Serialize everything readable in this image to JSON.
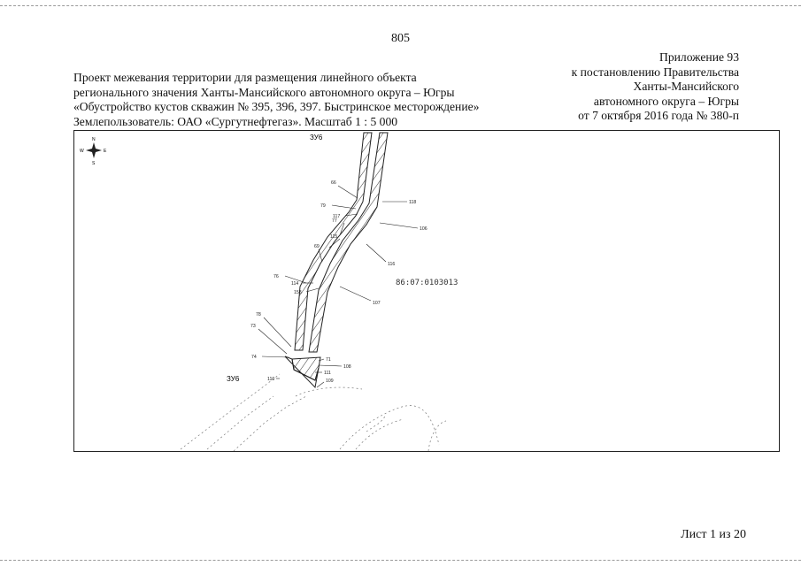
{
  "page_number": "805",
  "appendix": {
    "lines": [
      "Приложение 93",
      "к постановлению Правительства",
      "Ханты-Мансийского",
      "автономного округа – Югры",
      "от 7 октября 2016 года № 380-п"
    ]
  },
  "title": {
    "lines": [
      "Проект межевания территории для размещения линейного объекта",
      "регионального значения Ханты-Мансийского автономного округа – Югры",
      "«Обустройство кустов скважин № 395, 396, 397. Быстринское месторождение»",
      "Землепользователь: ОАО «Сургутнефтегаз». Масштаб 1 : 5 000"
    ]
  },
  "map": {
    "compass_labels": {
      "north": "N",
      "south": "S",
      "west": "W",
      "east": "E"
    },
    "zone_label_top": "ЗУ6",
    "zone_label_bottom": "ЗУ6",
    "cadastral_number": "86:07:0103013",
    "point_labels": [
      "66",
      "79",
      "117",
      "118",
      "77",
      "106",
      "115",
      "69",
      "116",
      "76",
      "114",
      "153",
      "107",
      "78",
      "73",
      "74",
      "71",
      "108",
      "111",
      "110",
      "109"
    ],
    "colors": {
      "line": "#222222",
      "hatch": "#333333",
      "contour": "#777777"
    }
  },
  "footer": {
    "sheet": "Лист 1 из 20"
  }
}
